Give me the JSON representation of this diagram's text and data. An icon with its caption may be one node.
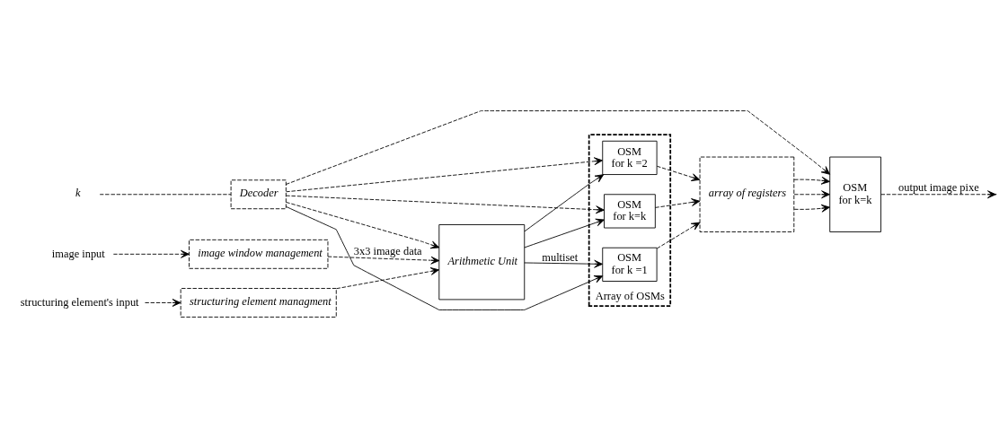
{
  "diagram": {
    "nodes": [
      {
        "text": [
          "image input"
        ]
      },
      {
        "text": [
          "structuring element's input"
        ]
      },
      {
        "text": [
          "image window management"
        ]
      },
      {
        "text": [
          "structuring element managment"
        ]
      },
      {
        "text": [
          "Arithmetic Unit"
        ]
      },
      {
        "text": [
          "Array of OSMs"
        ]
      },
      {
        "text": [
          "OSM",
          "for k =1"
        ],
        "in": 5
      },
      {
        "text": [
          "OSM",
          "for k =2"
        ],
        "in": 5
      },
      {
        "text": [
          "OSM",
          "for k=k"
        ],
        "in": 5
      },
      {
        "text": [
          "array of registers"
        ]
      },
      {
        "text": [
          "OSM",
          "for k=k"
        ]
      },
      {
        "text": [
          "k"
        ]
      },
      {
        "text": [
          "Decoder"
        ]
      }
    ],
    "edges": [
      {
        "from": 0,
        "to": 2,
        "arrow": "to",
        "style": "dashed"
      },
      {
        "from": 1,
        "to": 3,
        "arrow": "to",
        "style": "dashed"
      },
      {
        "from": 2,
        "to": 4,
        "arrow": "to",
        "style": "dashed",
        "label": "3x3 image data"
      },
      {
        "from": 3,
        "to": 4,
        "arrow": "to",
        "style": "dashed"
      },
      {
        "from": 11,
        "to": 12,
        "arrow": "none",
        "style": "dashed"
      },
      {
        "from": 12,
        "to": 4,
        "arrow": "to",
        "style": "dashed"
      },
      {
        "from": 4,
        "to": 6,
        "arrow": "to",
        "label": "multiset"
      },
      {
        "from": 4,
        "to": 7,
        "arrow": "to"
      },
      {
        "from": 4,
        "to": 8,
        "arrow": "to"
      },
      {
        "from": 12,
        "to": 6,
        "arrow": "to"
      },
      {
        "from": 12,
        "to": 7,
        "arrow": "to",
        "style": "dashed"
      },
      {
        "from": 12,
        "to": 8,
        "arrow": "to",
        "style": "dashed"
      },
      {
        "from": 6,
        "to": 9,
        "arrow": "to",
        "style": "dashed"
      },
      {
        "from": 7,
        "to": 9,
        "arrow": "to",
        "style": "dashed"
      },
      {
        "from": 8,
        "to": 9,
        "arrow": "to",
        "style": "dashed"
      },
      {
        "from": 9,
        "to": 10,
        "arrow": "to",
        "style": "dashed"
      },
      {
        "from": 9,
        "to": 10,
        "arrow": "to",
        "style": "dashed"
      },
      {
        "from": 9,
        "to": 10,
        "arrow": "to",
        "style": "dashed"
      },
      {
        "from": 12,
        "to": 10,
        "arrow": "to",
        "style": "dashed"
      },
      {
        "from": 10,
        "to": null,
        "arrow": "to",
        "style": "dashed",
        "label": "output image pixe"
      }
    ]
  }
}
